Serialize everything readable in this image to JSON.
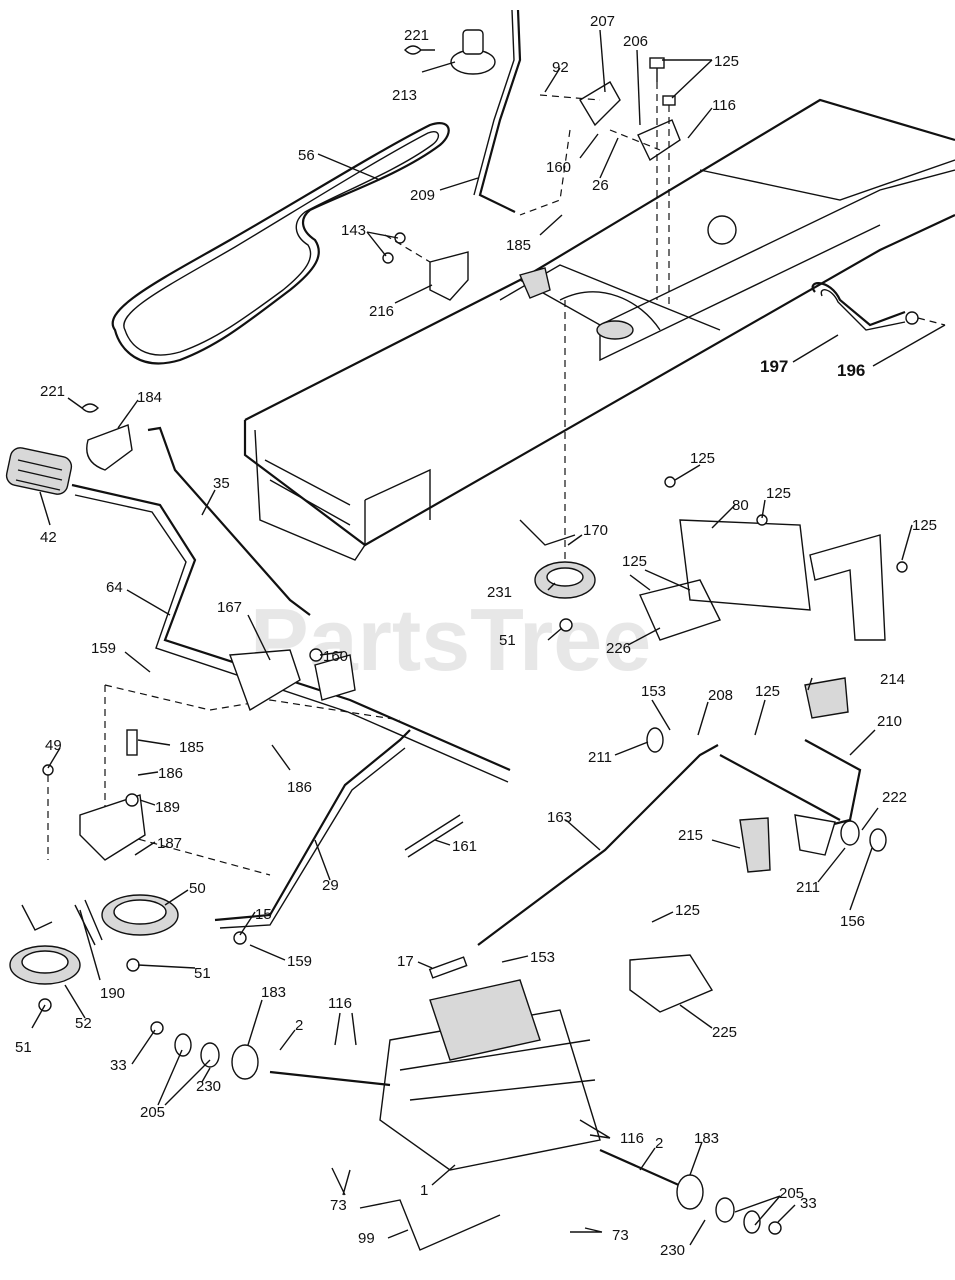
{
  "watermark": "PartsTree",
  "callouts": [
    {
      "id": "221a",
      "text": "221"
    },
    {
      "id": "213",
      "text": "213"
    },
    {
      "id": "56",
      "text": "56"
    },
    {
      "id": "209",
      "text": "209"
    },
    {
      "id": "207",
      "text": "207"
    },
    {
      "id": "92",
      "text": "92"
    },
    {
      "id": "206",
      "text": "206"
    },
    {
      "id": "125a",
      "text": "125"
    },
    {
      "id": "116a",
      "text": "116"
    },
    {
      "id": "160a",
      "text": "160"
    },
    {
      "id": "26",
      "text": "26"
    },
    {
      "id": "185a",
      "text": "185"
    },
    {
      "id": "143",
      "text": "143"
    },
    {
      "id": "216",
      "text": "216"
    },
    {
      "id": "197",
      "text": "197"
    },
    {
      "id": "196",
      "text": "196"
    },
    {
      "id": "221b",
      "text": "221"
    },
    {
      "id": "184",
      "text": "184"
    },
    {
      "id": "42",
      "text": "42"
    },
    {
      "id": "35",
      "text": "35"
    },
    {
      "id": "64",
      "text": "64"
    },
    {
      "id": "167",
      "text": "167"
    },
    {
      "id": "160b",
      "text": "160"
    },
    {
      "id": "159a",
      "text": "159"
    },
    {
      "id": "49",
      "text": "49"
    },
    {
      "id": "185b",
      "text": "185"
    },
    {
      "id": "186a",
      "text": "186"
    },
    {
      "id": "186b",
      "text": "186"
    },
    {
      "id": "189",
      "text": "189"
    },
    {
      "id": "187",
      "text": "187"
    },
    {
      "id": "50",
      "text": "50"
    },
    {
      "id": "190",
      "text": "190"
    },
    {
      "id": "52",
      "text": "52"
    },
    {
      "id": "51a",
      "text": "51"
    },
    {
      "id": "51b",
      "text": "51"
    },
    {
      "id": "29",
      "text": "29"
    },
    {
      "id": "15",
      "text": "15"
    },
    {
      "id": "159b",
      "text": "159"
    },
    {
      "id": "161",
      "text": "161"
    },
    {
      "id": "17",
      "text": "17"
    },
    {
      "id": "153a",
      "text": "153"
    },
    {
      "id": "163",
      "text": "163"
    },
    {
      "id": "125b",
      "text": "125"
    },
    {
      "id": "80",
      "text": "80"
    },
    {
      "id": "125c",
      "text": "125"
    },
    {
      "id": "125d",
      "text": "125"
    },
    {
      "id": "125e",
      "text": "125"
    },
    {
      "id": "170",
      "text": "170"
    },
    {
      "id": "231",
      "text": "231"
    },
    {
      "id": "51c",
      "text": "51"
    },
    {
      "id": "226",
      "text": "226"
    },
    {
      "id": "153b",
      "text": "153"
    },
    {
      "id": "208",
      "text": "208"
    },
    {
      "id": "125f",
      "text": "125"
    },
    {
      "id": "214",
      "text": "214"
    },
    {
      "id": "211a",
      "text": "211"
    },
    {
      "id": "210",
      "text": "210"
    },
    {
      "id": "222",
      "text": "222"
    },
    {
      "id": "215",
      "text": "215"
    },
    {
      "id": "211b",
      "text": "211"
    },
    {
      "id": "156",
      "text": "156"
    },
    {
      "id": "125g",
      "text": "125"
    },
    {
      "id": "225",
      "text": "225"
    },
    {
      "id": "183a",
      "text": "183"
    },
    {
      "id": "2a",
      "text": "2"
    },
    {
      "id": "116b",
      "text": "116"
    },
    {
      "id": "33a",
      "text": "33"
    },
    {
      "id": "230a",
      "text": "230"
    },
    {
      "id": "205a",
      "text": "205"
    },
    {
      "id": "116c",
      "text": "116"
    },
    {
      "id": "2b",
      "text": "2"
    },
    {
      "id": "183b",
      "text": "183"
    },
    {
      "id": "205b",
      "text": "205"
    },
    {
      "id": "33b",
      "text": "33"
    },
    {
      "id": "1",
      "text": "1"
    },
    {
      "id": "73a",
      "text": "73"
    },
    {
      "id": "73b",
      "text": "73"
    },
    {
      "id": "99",
      "text": "99"
    },
    {
      "id": "230b",
      "text": "230"
    }
  ]
}
